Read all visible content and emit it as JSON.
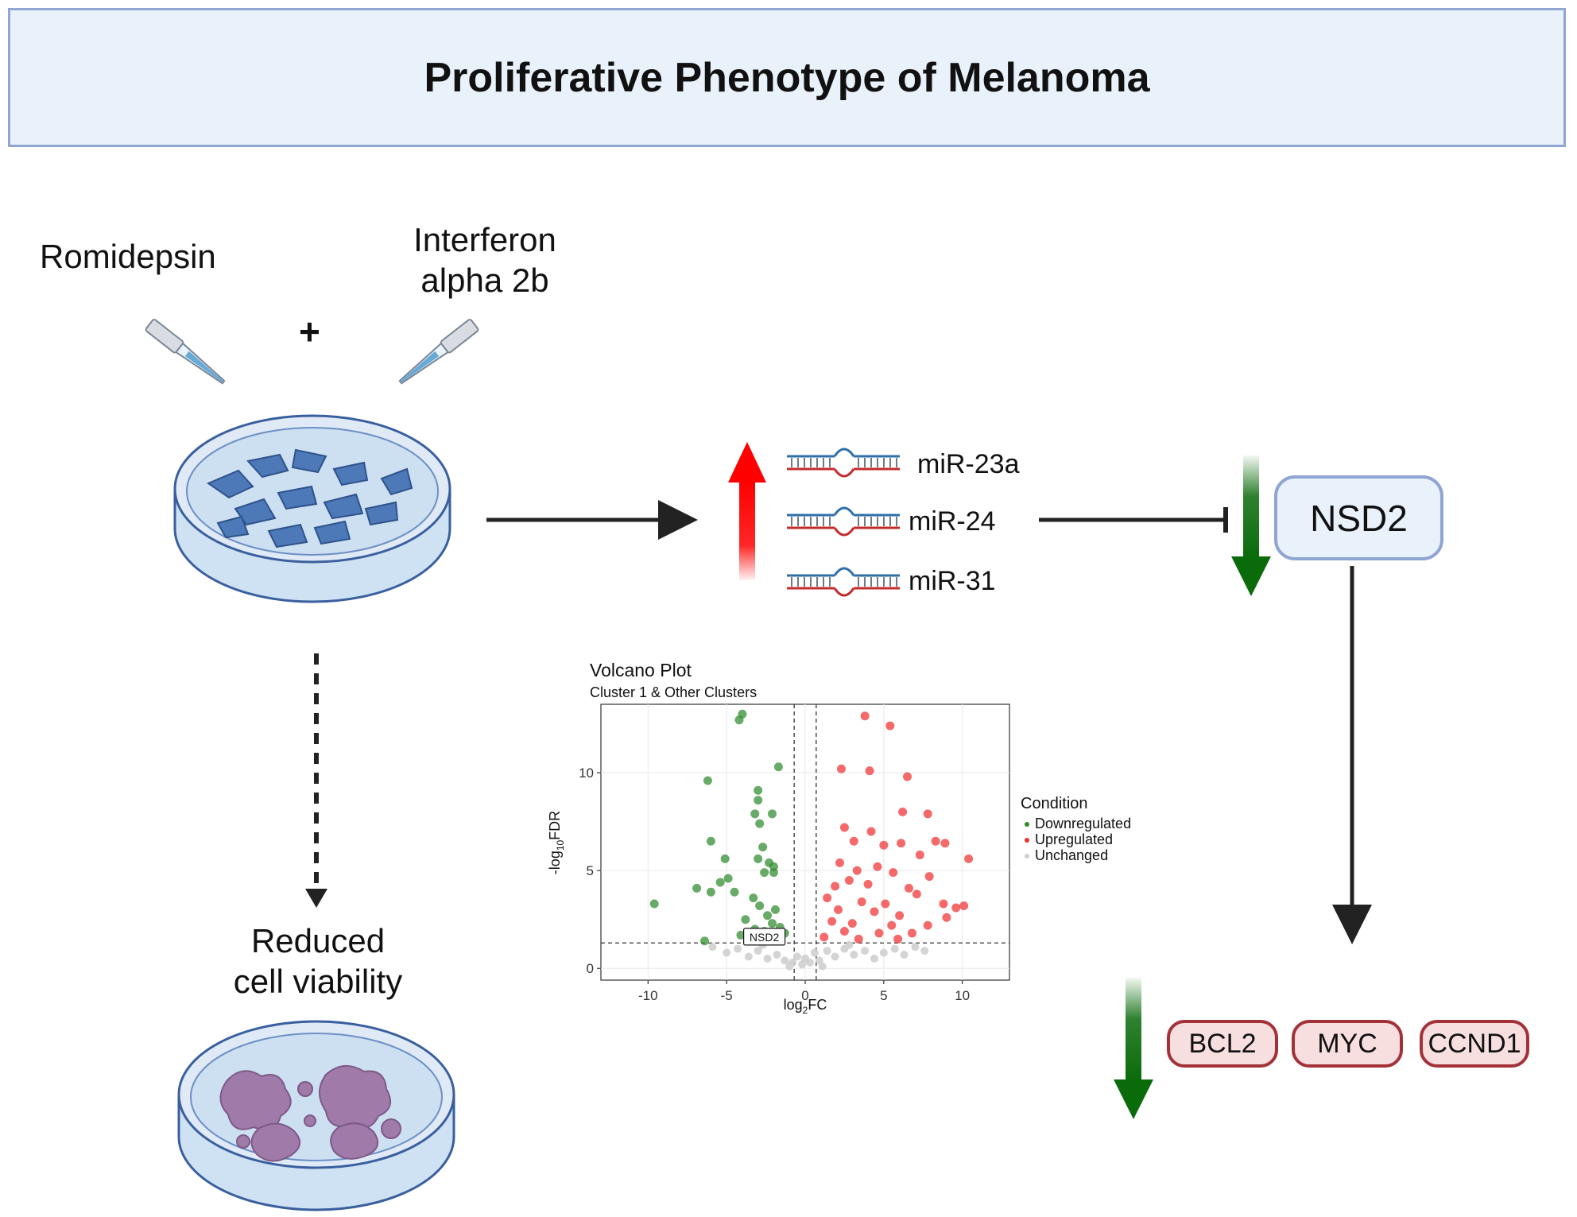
{
  "title": "Proliferative Phenotype of Melanoma",
  "treatment": {
    "drug1": "Romidepsin",
    "drug2_line1": "Interferon",
    "drug2_line2": "alpha 2b",
    "plus": "+"
  },
  "outcome": {
    "line1": "Reduced",
    "line2": "cell viability"
  },
  "mirnas": [
    "miR-23a",
    "miR-24",
    "miR-31"
  ],
  "target": "NSD2",
  "downstream_genes": [
    "BCL2",
    "MYC",
    "CCND1"
  ],
  "colors": {
    "title_fill": "#e9f2fb",
    "title_border": "#8fa6d3",
    "up_arrow": "#ff0000",
    "down_arrow": "#0a6b0a",
    "gene_fill": "#f7dfe0",
    "gene_border": "#a33238",
    "downregulated": "#2e8b2e",
    "upregulated": "#f03030",
    "unchanged": "#cfcfcf"
  },
  "chart_data": {
    "type": "scatter",
    "title": "Volcano Plot",
    "subtitle": "Cluster 1 & Other Clusters",
    "xlabel": "log2FC",
    "ylabel": "-log10FDR",
    "xlim": [
      -13,
      13
    ],
    "ylim": [
      -0.6,
      13.5
    ],
    "xticks": [
      -10,
      -5,
      0,
      5,
      10
    ],
    "yticks": [
      0,
      5,
      10
    ],
    "grid": true,
    "legend_title": "Condition",
    "legend_position": "right",
    "thresholds": {
      "x": [
        -0.7,
        0.7
      ],
      "y": 1.3
    },
    "annotation": {
      "text": "NSD2",
      "x": -2.6,
      "y": 1.6
    },
    "series": [
      {
        "name": "Downregulated",
        "color": "#2e8b2e",
        "points": [
          [
            -4.0,
            13.0
          ],
          [
            -4.2,
            12.7
          ],
          [
            -1.7,
            10.3
          ],
          [
            -6.2,
            9.6
          ],
          [
            -3.0,
            9.1
          ],
          [
            -3.0,
            8.6
          ],
          [
            -3.2,
            7.9
          ],
          [
            -2.1,
            7.9
          ],
          [
            -2.9,
            7.4
          ],
          [
            -6.0,
            6.5
          ],
          [
            -2.7,
            6.2
          ],
          [
            -5.1,
            5.6
          ],
          [
            -3.0,
            5.6
          ],
          [
            -2.3,
            5.4
          ],
          [
            -2.0,
            5.2
          ],
          [
            -4.9,
            4.6
          ],
          [
            -2.6,
            4.9
          ],
          [
            -2.0,
            4.9
          ],
          [
            -5.4,
            4.4
          ],
          [
            -6.9,
            4.1
          ],
          [
            -6.0,
            3.9
          ],
          [
            -4.5,
            3.9
          ],
          [
            -9.6,
            3.3
          ],
          [
            -3.3,
            3.6
          ],
          [
            -2.9,
            3.2
          ],
          [
            -1.9,
            3.0
          ],
          [
            -2.4,
            2.7
          ],
          [
            -3.8,
            2.5
          ],
          [
            -2.1,
            2.3
          ],
          [
            -1.6,
            2.1
          ],
          [
            -3.2,
            2.0
          ],
          [
            -2.6,
            1.9
          ],
          [
            -1.3,
            1.8
          ],
          [
            -4.1,
            1.7
          ],
          [
            -1.9,
            1.6
          ],
          [
            -3.6,
            1.5
          ],
          [
            -2.9,
            1.5
          ],
          [
            -6.4,
            1.4
          ]
        ]
      },
      {
        "name": "Upregulated",
        "color": "#f03030",
        "points": [
          [
            3.8,
            12.9
          ],
          [
            5.4,
            12.4
          ],
          [
            2.3,
            10.2
          ],
          [
            4.1,
            10.1
          ],
          [
            6.5,
            9.8
          ],
          [
            6.2,
            8.0
          ],
          [
            7.8,
            7.9
          ],
          [
            2.5,
            7.2
          ],
          [
            4.2,
            7.0
          ],
          [
            3.1,
            6.5
          ],
          [
            5.0,
            6.3
          ],
          [
            8.3,
            6.5
          ],
          [
            8.9,
            6.4
          ],
          [
            6.1,
            6.4
          ],
          [
            7.3,
            5.8
          ],
          [
            10.4,
            5.6
          ],
          [
            2.2,
            5.4
          ],
          [
            3.3,
            5.0
          ],
          [
            4.6,
            5.2
          ],
          [
            5.6,
            4.9
          ],
          [
            7.9,
            4.7
          ],
          [
            1.9,
            4.2
          ],
          [
            2.8,
            4.5
          ],
          [
            4.0,
            4.3
          ],
          [
            6.6,
            4.1
          ],
          [
            7.1,
            3.8
          ],
          [
            1.4,
            3.6
          ],
          [
            3.6,
            3.4
          ],
          [
            5.1,
            3.3
          ],
          [
            8.8,
            3.3
          ],
          [
            9.6,
            3.1
          ],
          [
            10.1,
            3.2
          ],
          [
            2.1,
            3.0
          ],
          [
            4.4,
            2.9
          ],
          [
            6.0,
            2.7
          ],
          [
            9.0,
            2.6
          ],
          [
            1.7,
            2.4
          ],
          [
            3.0,
            2.3
          ],
          [
            5.5,
            2.2
          ],
          [
            7.8,
            2.2
          ],
          [
            2.5,
            1.9
          ],
          [
            4.7,
            1.8
          ],
          [
            6.8,
            1.8
          ],
          [
            1.2,
            1.6
          ],
          [
            3.4,
            1.5
          ],
          [
            5.9,
            1.5
          ]
        ]
      },
      {
        "name": "Unchanged",
        "color": "#cfcfcf",
        "points": [
          [
            -5.9,
            1.1
          ],
          [
            -5.0,
            0.8
          ],
          [
            -4.3,
            1.0
          ],
          [
            -3.6,
            0.6
          ],
          [
            -3.0,
            0.9
          ],
          [
            -2.4,
            0.5
          ],
          [
            -1.8,
            0.7
          ],
          [
            -1.3,
            0.4
          ],
          [
            -0.8,
            0.3
          ],
          [
            -0.5,
            0.6
          ],
          [
            -0.2,
            0.2
          ],
          [
            0.0,
            0.5
          ],
          [
            0.3,
            0.3
          ],
          [
            0.6,
            0.8
          ],
          [
            0.9,
            0.4
          ],
          [
            1.4,
            0.9
          ],
          [
            1.9,
            0.6
          ],
          [
            2.5,
            1.0
          ],
          [
            3.1,
            0.7
          ],
          [
            3.8,
            0.9
          ],
          [
            4.4,
            0.5
          ],
          [
            5.0,
            0.8
          ],
          [
            5.7,
            1.0
          ],
          [
            6.3,
            0.7
          ],
          [
            7.0,
            1.1
          ],
          [
            7.6,
            0.9
          ],
          [
            -2.7,
            1.2
          ],
          [
            2.8,
            1.2
          ],
          [
            -1.0,
            0.1
          ],
          [
            1.1,
            0.1
          ]
        ]
      }
    ]
  }
}
